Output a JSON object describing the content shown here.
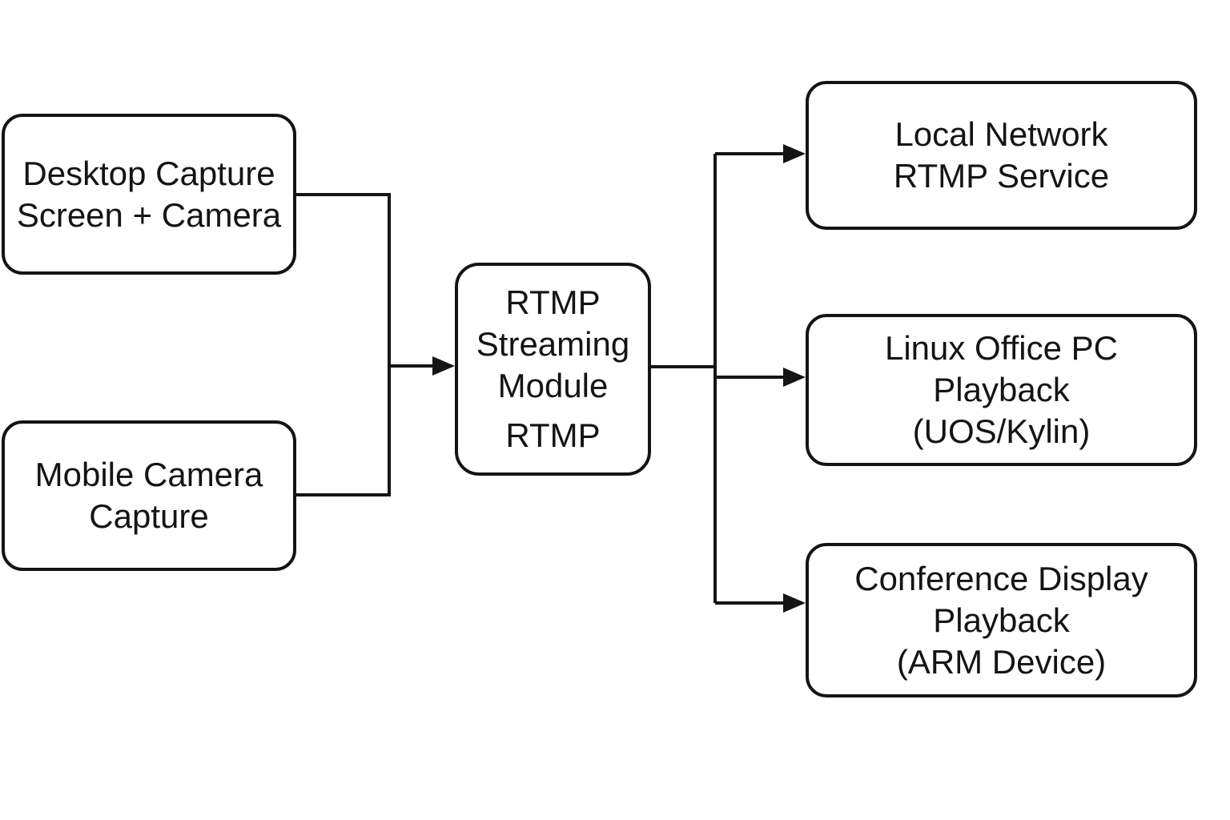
{
  "colors": {
    "ink": "#141414",
    "background": "#ffffff"
  },
  "diagram": {
    "type": "flowchart",
    "direction": "left-to-right",
    "nodes": [
      {
        "id": "desktop-capture",
        "lines": [
          "Desktop Capture",
          "Screen + Camera"
        ]
      },
      {
        "id": "mobile-capture",
        "lines": [
          "Mobile Camera",
          "Capture"
        ]
      },
      {
        "id": "rtmp-module",
        "lines": [
          "RTMP",
          "Streaming",
          "Module"
        ],
        "sublabel": "RTMP"
      },
      {
        "id": "local-rtmp-service",
        "lines": [
          "Local Network",
          "RTMP Service"
        ]
      },
      {
        "id": "linux-pc-playback",
        "lines": [
          "Linux Office PC",
          "Playback",
          "(UOS/Kylin)"
        ]
      },
      {
        "id": "conference-display-playback",
        "lines": [
          "Conference Display",
          "Playback",
          "(ARM Device)"
        ]
      }
    ],
    "edges": [
      {
        "from": "desktop-capture",
        "to": "rtmp-module"
      },
      {
        "from": "mobile-capture",
        "to": "rtmp-module"
      },
      {
        "from": "rtmp-module",
        "to": "local-rtmp-service"
      },
      {
        "from": "rtmp-module",
        "to": "linux-pc-playback"
      },
      {
        "from": "rtmp-module",
        "to": "conference-display-playback"
      }
    ]
  }
}
